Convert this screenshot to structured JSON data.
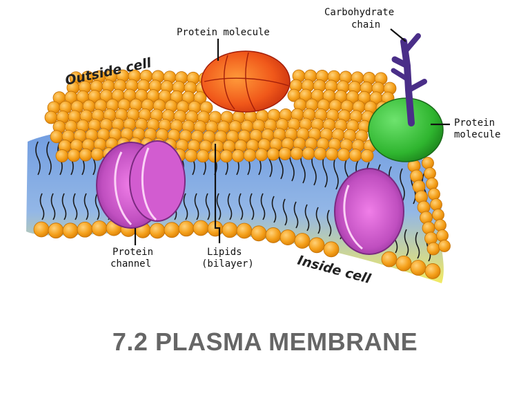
{
  "slide": {
    "title": "7.2 PLASMA MEMBRANE"
  },
  "diagram": {
    "labels": {
      "carbohydrate_line1": "Carbohydrate",
      "carbohydrate_line2": "chain",
      "protein_top": "Protein molecule",
      "protein_right_line1": "Protein",
      "protein_right_line2": "molecule",
      "outside": "Outside cell",
      "inside": "Inside cell",
      "channel_line1": "Protein",
      "channel_line2": "channel",
      "lipids_line1": "Lipids",
      "lipids_line2": "(bilayer)"
    },
    "colors": {
      "phospholipid_head": "#f5a11c",
      "protein_channel": "#c04fc0",
      "protein_top": "#f05a14",
      "protein_green": "#2fb52f",
      "carbohydrate": "#5a3a9a",
      "interior_top": "#5c8fd6",
      "interior_bottom": "#f0e860"
    }
  }
}
